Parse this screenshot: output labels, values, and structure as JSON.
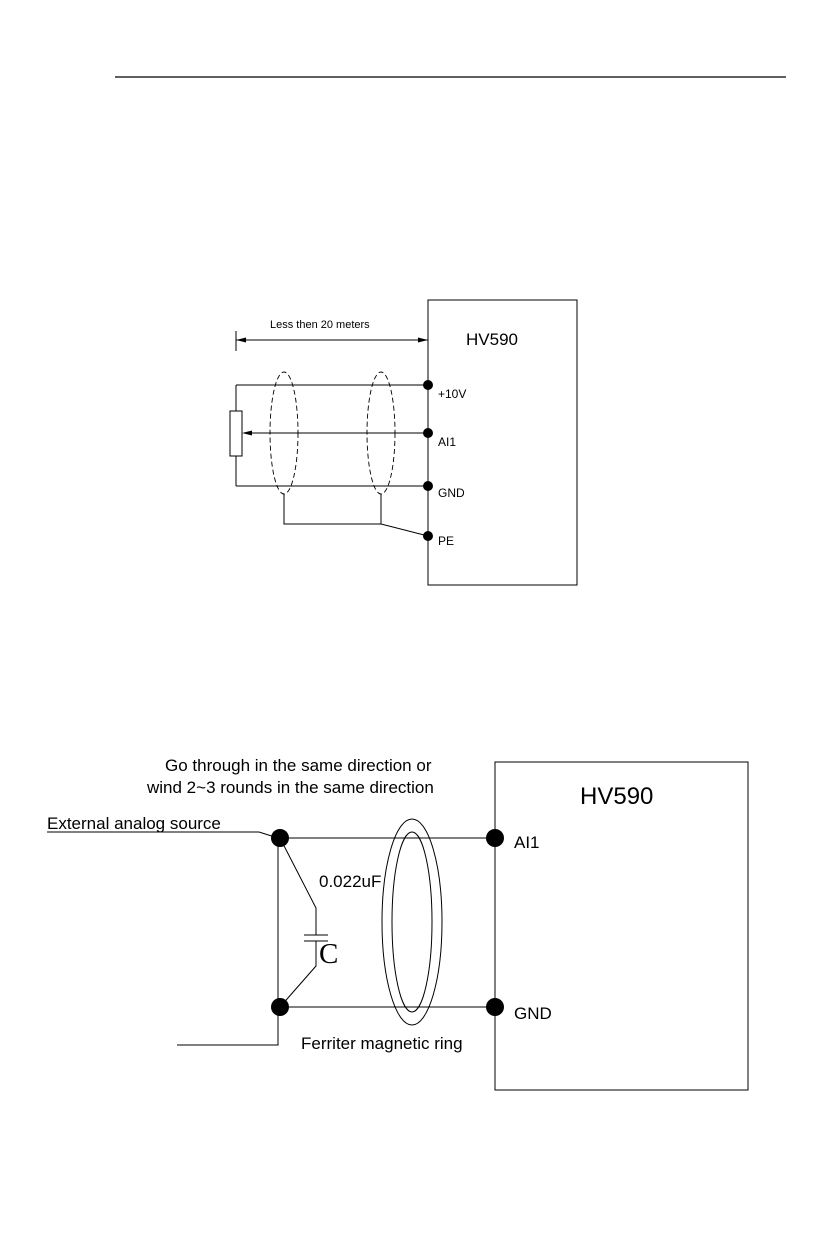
{
  "diagram1": {
    "distance_label": "Less then 20 meters",
    "device_name": "HV590",
    "terminals": [
      "+10V",
      "AI1",
      "GND",
      "PE"
    ]
  },
  "diagram2": {
    "device_name": "HV590",
    "note_line1": "Go through in the same direction or",
    "note_line2": "wind 2~3 rounds in the same direction",
    "source_label": "External analog source",
    "capacitor_value": "0.022uF",
    "capacitor_symbol": "C",
    "ring_label": "Ferriter magnetic ring",
    "terminals": [
      "AI1",
      "GND"
    ]
  }
}
